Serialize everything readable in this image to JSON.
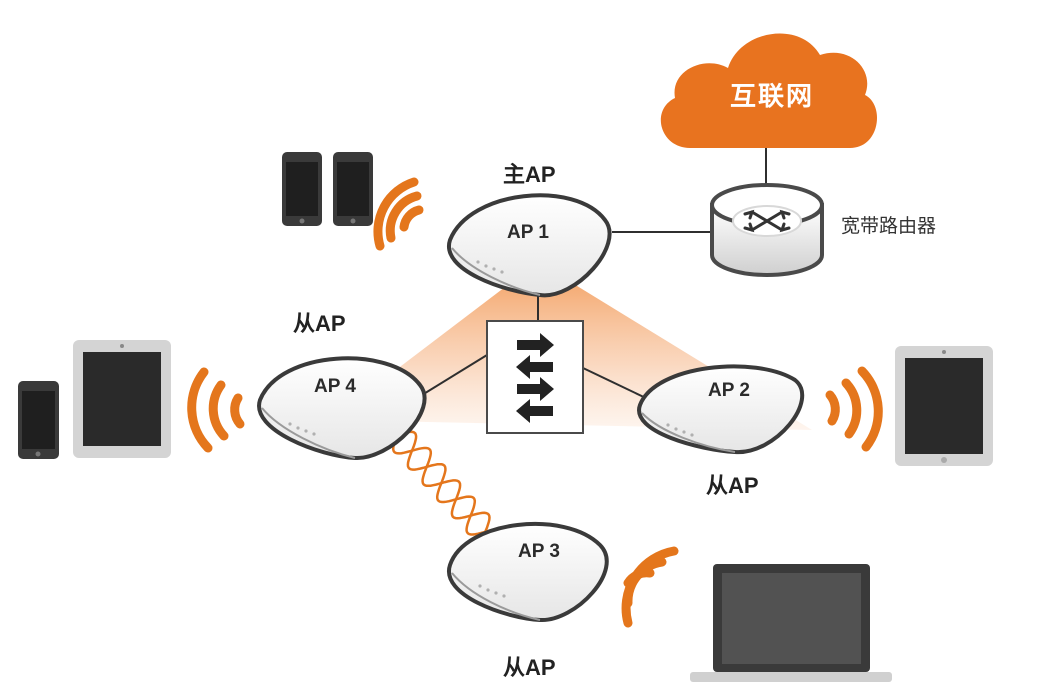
{
  "internet_label": "互联网",
  "router_label": "宽带路由器",
  "ap_nodes": [
    {
      "id": "ap1",
      "label": "AP 1",
      "role_label": "主AP"
    },
    {
      "id": "ap2",
      "label": "AP 2",
      "role_label": "从AP"
    },
    {
      "id": "ap3",
      "label": "AP 3",
      "role_label": "从AP"
    },
    {
      "id": "ap4",
      "label": "AP 4",
      "role_label": "从AP"
    }
  ],
  "colors": {
    "accent_orange": "#e8731f",
    "wave_orange": "#e4761c",
    "device_dark": "#3a3a3a",
    "device_light": "#d4d4d4",
    "line": "#2f2f2f"
  },
  "icons": [
    "cloud-icon",
    "router-icon",
    "switch-icon",
    "phone-icon",
    "tablet-icon",
    "laptop-icon",
    "wifi-wave-icon",
    "wireless-mesh-link-icon"
  ]
}
